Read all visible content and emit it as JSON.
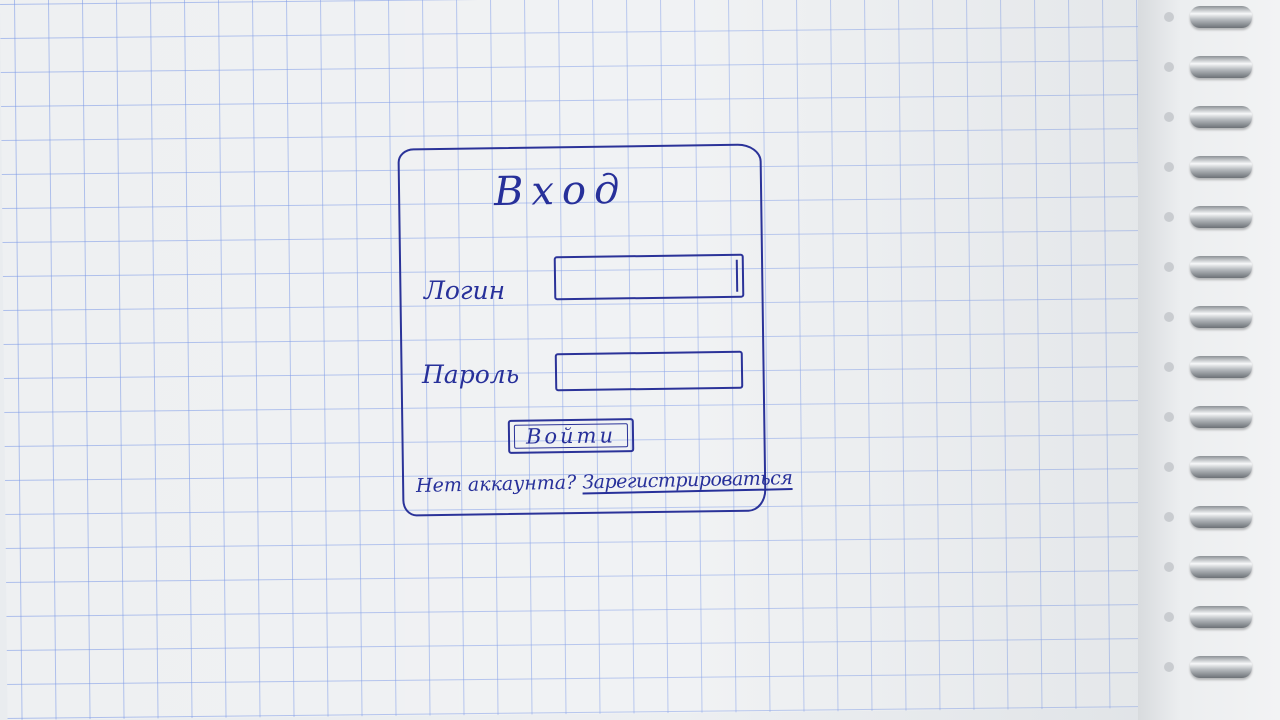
{
  "login_form": {
    "title": "Вход",
    "login_label": "Логин",
    "password_label": "Пароль",
    "login_value": "",
    "password_value": "",
    "submit_label": "Войти",
    "no_account_text": "Нет аккаунта?",
    "register_link": "Зарегистрироваться"
  },
  "colors": {
    "ink": "#27309a",
    "paper": "#eef0f2",
    "grid": "#7896e6"
  }
}
